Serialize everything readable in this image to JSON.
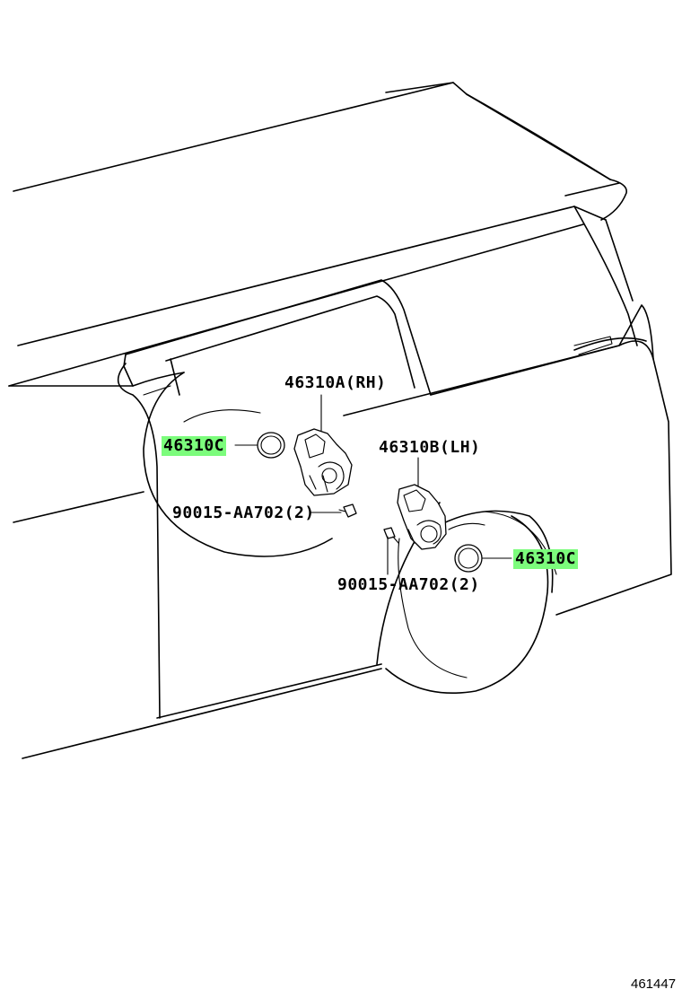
{
  "labels": {
    "part_a_rh": "46310A(RH)",
    "part_b_lh": "46310B(LH)",
    "part_c_left": "46310C",
    "part_c_right": "46310C",
    "bolt_left": "90015-AA702(2)",
    "bolt_right": "90015-AA702(2)"
  },
  "figure_number": "461447",
  "colors": {
    "highlight": "#7CFC7C",
    "line": "#000000",
    "background": "#ffffff"
  }
}
